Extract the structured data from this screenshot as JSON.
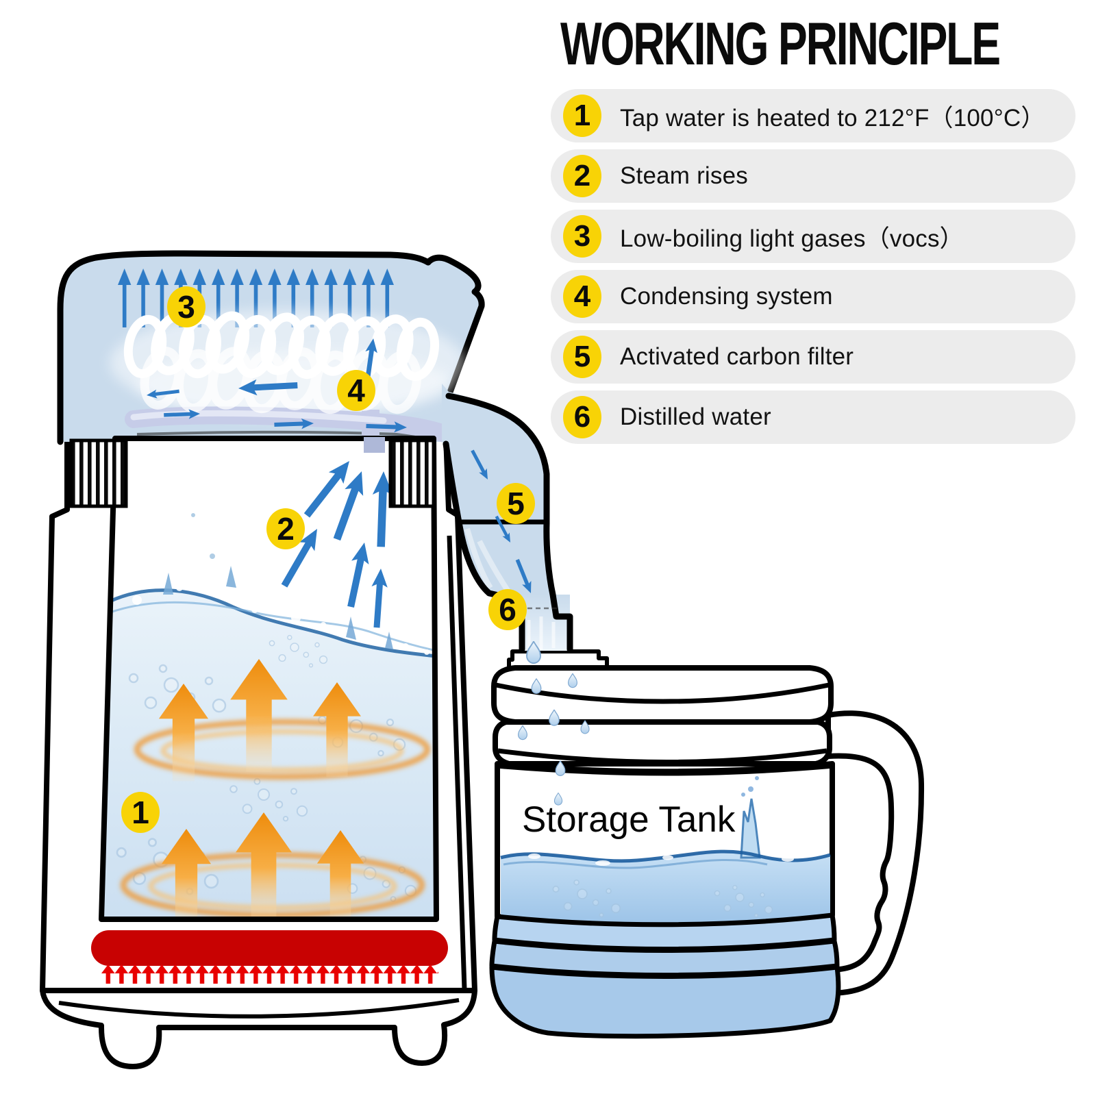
{
  "title": "WORKING PRINCIPLE",
  "steps": [
    {
      "num": "1",
      "text": "Tap water is heated to 212°F（100°C）"
    },
    {
      "num": "2",
      "text": "Steam rises"
    },
    {
      "num": "3",
      "text": "Low-boiling light gases（vocs）"
    },
    {
      "num": "4",
      "text": "Condensing system"
    },
    {
      "num": "5",
      "text": "Activated carbon filter"
    },
    {
      "num": "6",
      "text": "Distilled water"
    }
  ],
  "diagram": {
    "markers": {
      "m1": "1",
      "m2": "2",
      "m3": "3",
      "m4": "4",
      "m5": "5",
      "m6": "6"
    },
    "storage_tank_label": "Storage Tank"
  },
  "colors": {
    "badge_yellow": "#f8d306",
    "pill_gray": "#ececec",
    "steam_arrow_blue": "#2e7bc6",
    "dome_blue": "#c9dbec",
    "heater_red": "#c80202",
    "heater_glow_red": "#e80000",
    "heat_arrow_orange": "#f29213",
    "tank_band_blue": "#aecdeb",
    "title_black": "#0b0b0b"
  }
}
